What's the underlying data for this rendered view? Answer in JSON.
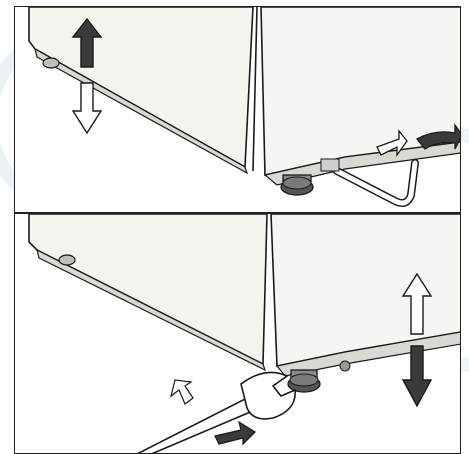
{
  "figure": {
    "panels": [
      {
        "step": "adjust-with-hex-key"
      },
      {
        "step": "adjust-with-wrench"
      }
    ],
    "colors": {
      "line": "#1a1a1a",
      "appliance_body": "#f4f3ee",
      "shadow": "#d9d8d2",
      "arrow_dark": "#3a3a3a",
      "arrow_light": "#ffffff",
      "foot": "#6b6b6b"
    },
    "icons": [
      "up-arrow-icon",
      "down-arrow-icon",
      "hex-key-icon",
      "wrench-icon",
      "rotate-arrow-icon",
      "adjustable-foot-icon"
    ],
    "watermark": "ex"
  }
}
